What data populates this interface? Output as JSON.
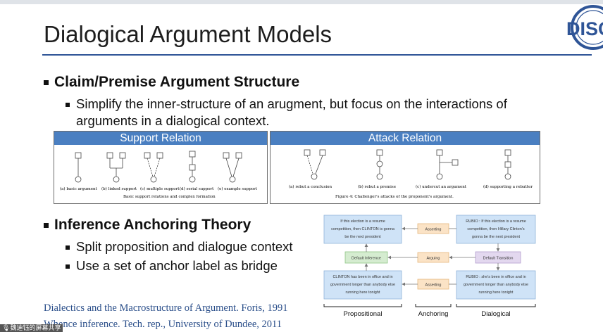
{
  "slide": {
    "title": "Dialogical Argument Models",
    "logo_text": "DISC"
  },
  "section1": {
    "heading": "Claim/Premise Argument Structure",
    "bullet_line1": "Simplify the inner-structure of an arugment, but focus on the interactions of",
    "bullet_line2": "arguments in a dialogical context."
  },
  "support_panel": {
    "header": "Support Relation",
    "captions": [
      "(a) basic argument",
      "(b) linked support",
      "(c) multiple support",
      "(d) serial support",
      "(e) example support"
    ],
    "footer": "Basic support relations and complex formation"
  },
  "attack_panel": {
    "header": "Attack Relation",
    "captions": [
      "(a) rebut a conclusion",
      "(b) rebut a premise",
      "(c) undercut an argument",
      "(d) supporting a rebutter"
    ],
    "footer": "Figure 4:  Challenger's attacks of the proponent's argument."
  },
  "section2": {
    "heading": "Inference Anchoring Theory",
    "bullets": [
      "Split proposition and dialogue context",
      "Use a set of anchor label as bridge"
    ]
  },
  "iat_diagram": {
    "left_top": [
      "If this election is a resume",
      "competition, then CLINTON is gonna",
      "be the next president"
    ],
    "left_mid": "Default Inference",
    "left_bot": [
      "CLINTON has been in office and in",
      "government longer than anybody else",
      "running here tonight"
    ],
    "anchor_top": "Asserting",
    "anchor_mid": "Arguing",
    "anchor_bot": "Asserting",
    "right_top": [
      "RUBIO : If this election is a resume",
      "competition, then Hillary Clinton's",
      "gonna be the next president"
    ],
    "right_mid": "Default Transition",
    "right_bot": [
      "RUBIO : she's been in office and in",
      "government longer than anybody else",
      "running here tonight"
    ],
    "label_propositional": "Propositional",
    "label_anchoring": "Anchoring",
    "label_dialogical": "Dialogical"
  },
  "citations": [
    "Dialectics and the Macrostructure of Argument. Foris, 1991",
    "Whence inference. Tech. rep., University of Dundee, 2011"
  ],
  "watermark": "魏迪钰的屏幕共享",
  "colors": {
    "accent": "#2f5597",
    "panel_header": "#4a7fc1",
    "blue_box": "#cfe3f7",
    "green_box": "#d5ecd0",
    "orange_box": "#fbe3c6",
    "purple_box": "#e3d8ef"
  }
}
